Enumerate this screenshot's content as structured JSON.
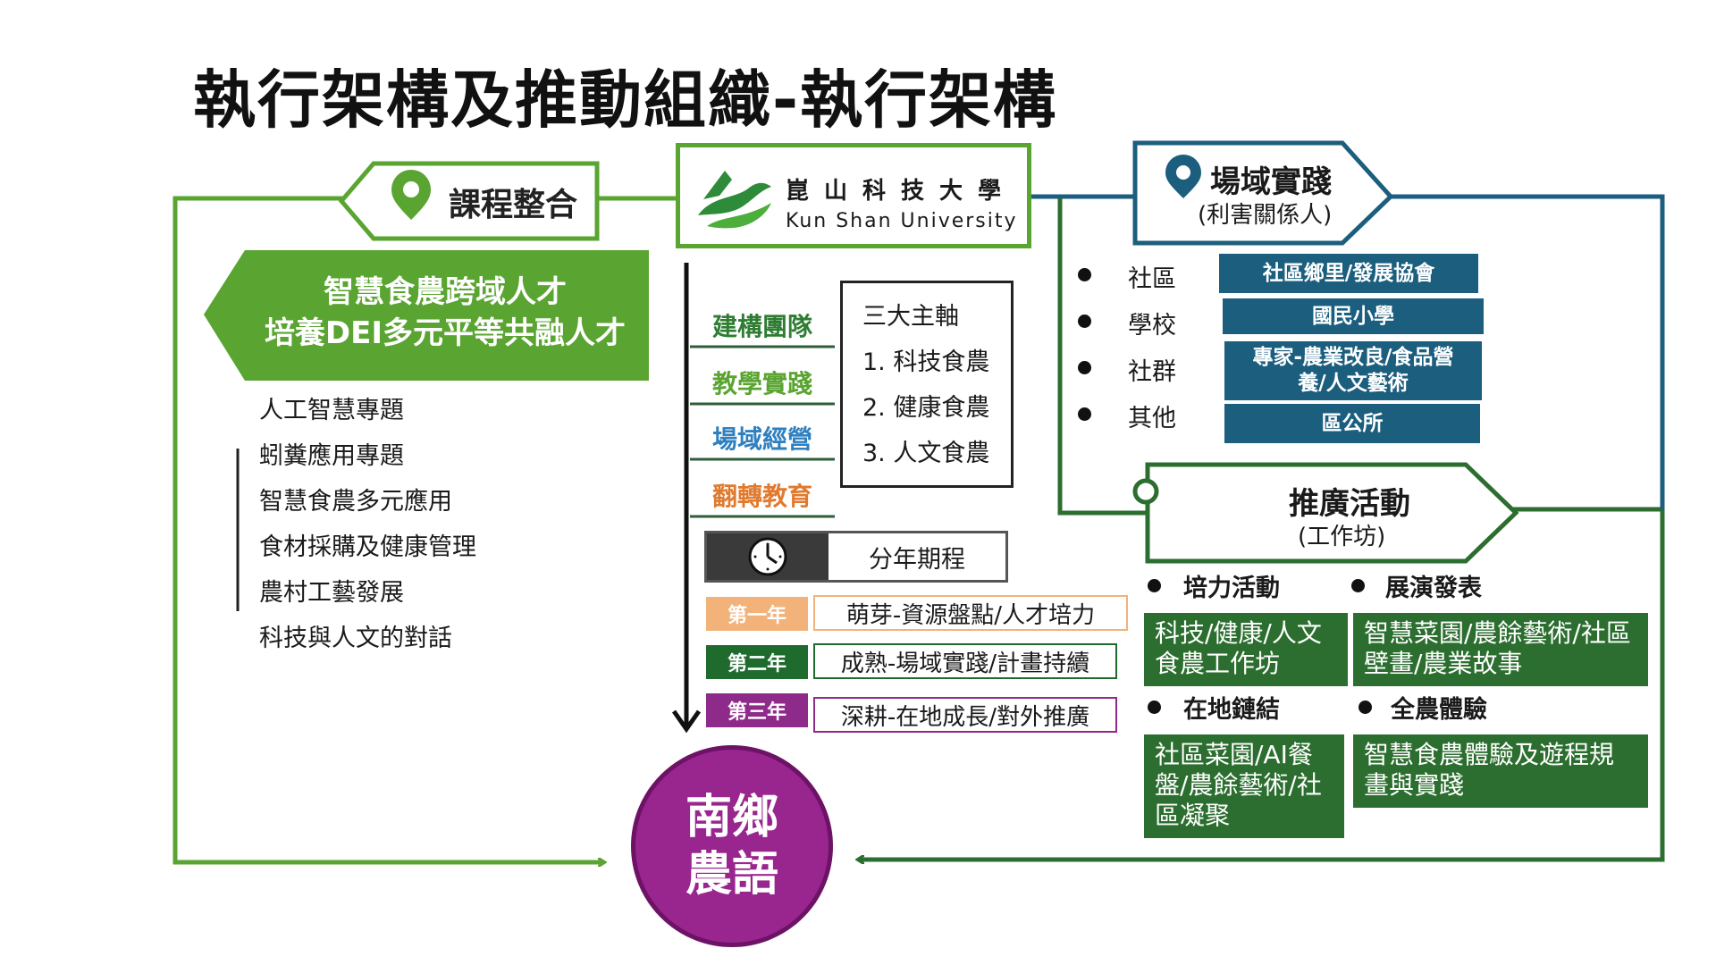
{
  "title": "執行架構及推動組織-執行架構",
  "course": {
    "label": "課程整合"
  },
  "university": {
    "name_zh": "崑山科技大學",
    "name_en": "Kun Shan University"
  },
  "goal": {
    "line1": "智慧食農跨域人才",
    "line2": "培養DEI多元平等共融人才"
  },
  "topics": [
    "人工智慧專題",
    "蚓糞應用專題",
    "智慧食農多元應用",
    "食材採購及健康管理",
    "農村工藝發展",
    "科技與人文的對話"
  ],
  "teams": [
    {
      "label": "建構團隊",
      "color": "#2e7d32"
    },
    {
      "label": "教學實踐",
      "color": "#5aa431"
    },
    {
      "label": "場域經營",
      "color": "#2f80c0"
    },
    {
      "label": "翻轉教育",
      "color": "#e07a2f"
    }
  ],
  "axes": {
    "title": "三大主軸",
    "items": [
      "1. 科技食農",
      "2. 健康食農",
      "3. 人文食農"
    ]
  },
  "schedule": {
    "label": "分年期程",
    "years": [
      {
        "badge": "第一年",
        "text": "萌芽-資源盤點/人才培力",
        "color": "#f2b27a"
      },
      {
        "badge": "第二年",
        "text": "成熟-場域實踐/計畫持續",
        "color": "#1f6b2e"
      },
      {
        "badge": "第三年",
        "text": "深耕-在地成長/對外推廣",
        "color": "#8e2a8a"
      }
    ]
  },
  "center": {
    "line1": "南鄉",
    "line2": "農語"
  },
  "field": {
    "title": "場域實踐",
    "subtitle": "(利害關係人)",
    "rows": [
      {
        "label": "社區",
        "box": "社區鄉里/發展協會"
      },
      {
        "label": "學校",
        "box": "國民小學"
      },
      {
        "label": "社群",
        "box": "專家-農業改良/食品營養/人文藝術"
      },
      {
        "label": "其他",
        "box": "區公所"
      }
    ]
  },
  "promo": {
    "title": "推廣活動",
    "subtitle": "(工作坊)",
    "groups": [
      {
        "label": "培力活動",
        "box": "科技/健康/人文食農工作坊"
      },
      {
        "label": "展演發表",
        "box": "智慧菜園/農餘藝術/社區壁畫/農業故事"
      },
      {
        "label": "在地鏈結",
        "box": "社區菜園/AI餐盤/農餘藝術/社區凝聚"
      },
      {
        "label": "全農體驗",
        "box": "智慧食農體驗及遊程規畫與實踐"
      }
    ]
  },
  "colors": {
    "green": "#5aa431",
    "dark_green": "#2c6e2f",
    "blue": "#1b5e7e",
    "purple": "#99258f"
  }
}
